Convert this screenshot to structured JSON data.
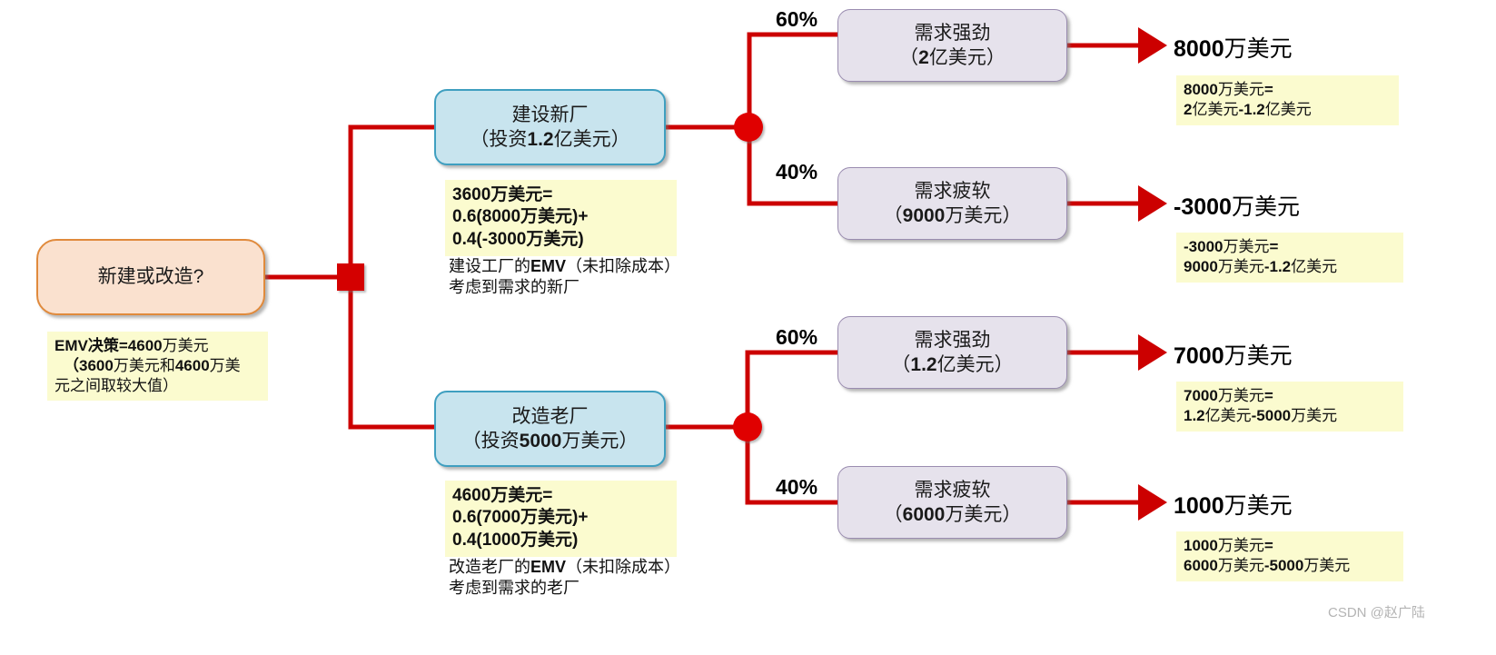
{
  "diagram": {
    "title": "EMV Decision Tree",
    "colors": {
      "wire": "#cc0000",
      "decision_node": "#d40000",
      "chance_node": "#e00000",
      "root_fill": "#fae1cf",
      "root_border": "#e08a3c",
      "choice_fill": "#c8e4ee",
      "choice_border": "#3f9fc0",
      "outcome_fill": "#e6e2ec",
      "outcome_border": "#9a8cb0",
      "note_fill": "#fbfbcf"
    }
  },
  "root": {
    "label": "新建或改造?",
    "note": {
      "line1_a": "EMV决策=",
      "line1_b": "4600",
      "line1_c": "万美元",
      "line2_a": "（",
      "line2_b": "3600",
      "line2_c": "万美元和",
      "line2_d": "4600",
      "line2_e": "万美",
      "line3": "元之间取较大值）"
    }
  },
  "branches": [
    {
      "id": "new-plant",
      "choice_line1": "建设新厂",
      "choice_line2_a": "（投资",
      "choice_line2_b": "1.2",
      "choice_line2_c": "亿美元）",
      "calc": {
        "l1_a": "3600",
        "l1_b": "万美元",
        "l1_c": "=",
        "l2_a": "0.6(",
        "l2_b": "8000",
        "l2_c": "万美元",
        "l2_d": ")+",
        "l3_a": "0.4(",
        "l3_b": "-3000",
        "l3_c": "万美元",
        "l3_d": ")"
      },
      "caption_line1_a": "建设工厂的",
      "caption_line1_b": "EMV",
      "caption_line1_c": "（未扣除成本）",
      "caption_line2": "考虑到需求的新厂",
      "outcomes": [
        {
          "probability": "60%",
          "title": "需求强劲",
          "sub_a": "（",
          "sub_b": "2",
          "sub_c": "亿美元）",
          "payoff_a": "8000",
          "payoff_b": "万美元",
          "note_l1_a": "8000",
          "note_l1_b": "万美元",
          "note_l1_c": "=",
          "note_l2_a": "2",
          "note_l2_b": "亿美元",
          "note_l2_c": "-1.2",
          "note_l2_d": "亿美元"
        },
        {
          "probability": "40%",
          "title": "需求疲软",
          "sub_a": "（",
          "sub_b": "9000",
          "sub_c": "万美元）",
          "payoff_a": "-3000",
          "payoff_b": "万美元",
          "note_l1_a": "-3000",
          "note_l1_b": "万美元",
          "note_l1_c": "=",
          "note_l2_a": "9000",
          "note_l2_b": "万美元",
          "note_l2_c": "-1.2",
          "note_l2_d": "亿美元"
        }
      ]
    },
    {
      "id": "upgrade-plant",
      "choice_line1": "改造老厂",
      "choice_line2_a": "（投资",
      "choice_line2_b": "5000",
      "choice_line2_c": "万美元）",
      "calc": {
        "l1_a": "4600",
        "l1_b": "万美元",
        "l1_c": "=",
        "l2_a": "0.6(",
        "l2_b": "7000",
        "l2_c": "万美元",
        "l2_d": ")+",
        "l3_a": "0.4(",
        "l3_b": "1000",
        "l3_c": "万美元",
        "l3_d": ")"
      },
      "caption_line1_a": "改造老厂的",
      "caption_line1_b": "EMV",
      "caption_line1_c": "（未扣除成本）",
      "caption_line2": "考虑到需求的老厂",
      "outcomes": [
        {
          "probability": "60%",
          "title": "需求强劲",
          "sub_a": "（",
          "sub_b": "1.2",
          "sub_c": "亿美元）",
          "payoff_a": "7000",
          "payoff_b": "万美元",
          "note_l1_a": "7000",
          "note_l1_b": "万美元",
          "note_l1_c": "=",
          "note_l2_a": "1.2",
          "note_l2_b": "亿美元",
          "note_l2_c": "-5000",
          "note_l2_d": "万美元"
        },
        {
          "probability": "40%",
          "title": "需求疲软",
          "sub_a": "（",
          "sub_b": "6000",
          "sub_c": "万美元）",
          "payoff_a": "1000",
          "payoff_b": "万美元",
          "note_l1_a": "1000",
          "note_l1_b": "万美元",
          "note_l1_c": "=",
          "note_l2_a": "6000",
          "note_l2_b": "万美元",
          "note_l2_c": "-5000",
          "note_l2_d": "万美元"
        }
      ]
    }
  ],
  "watermark": "CSDN @赵广陆"
}
